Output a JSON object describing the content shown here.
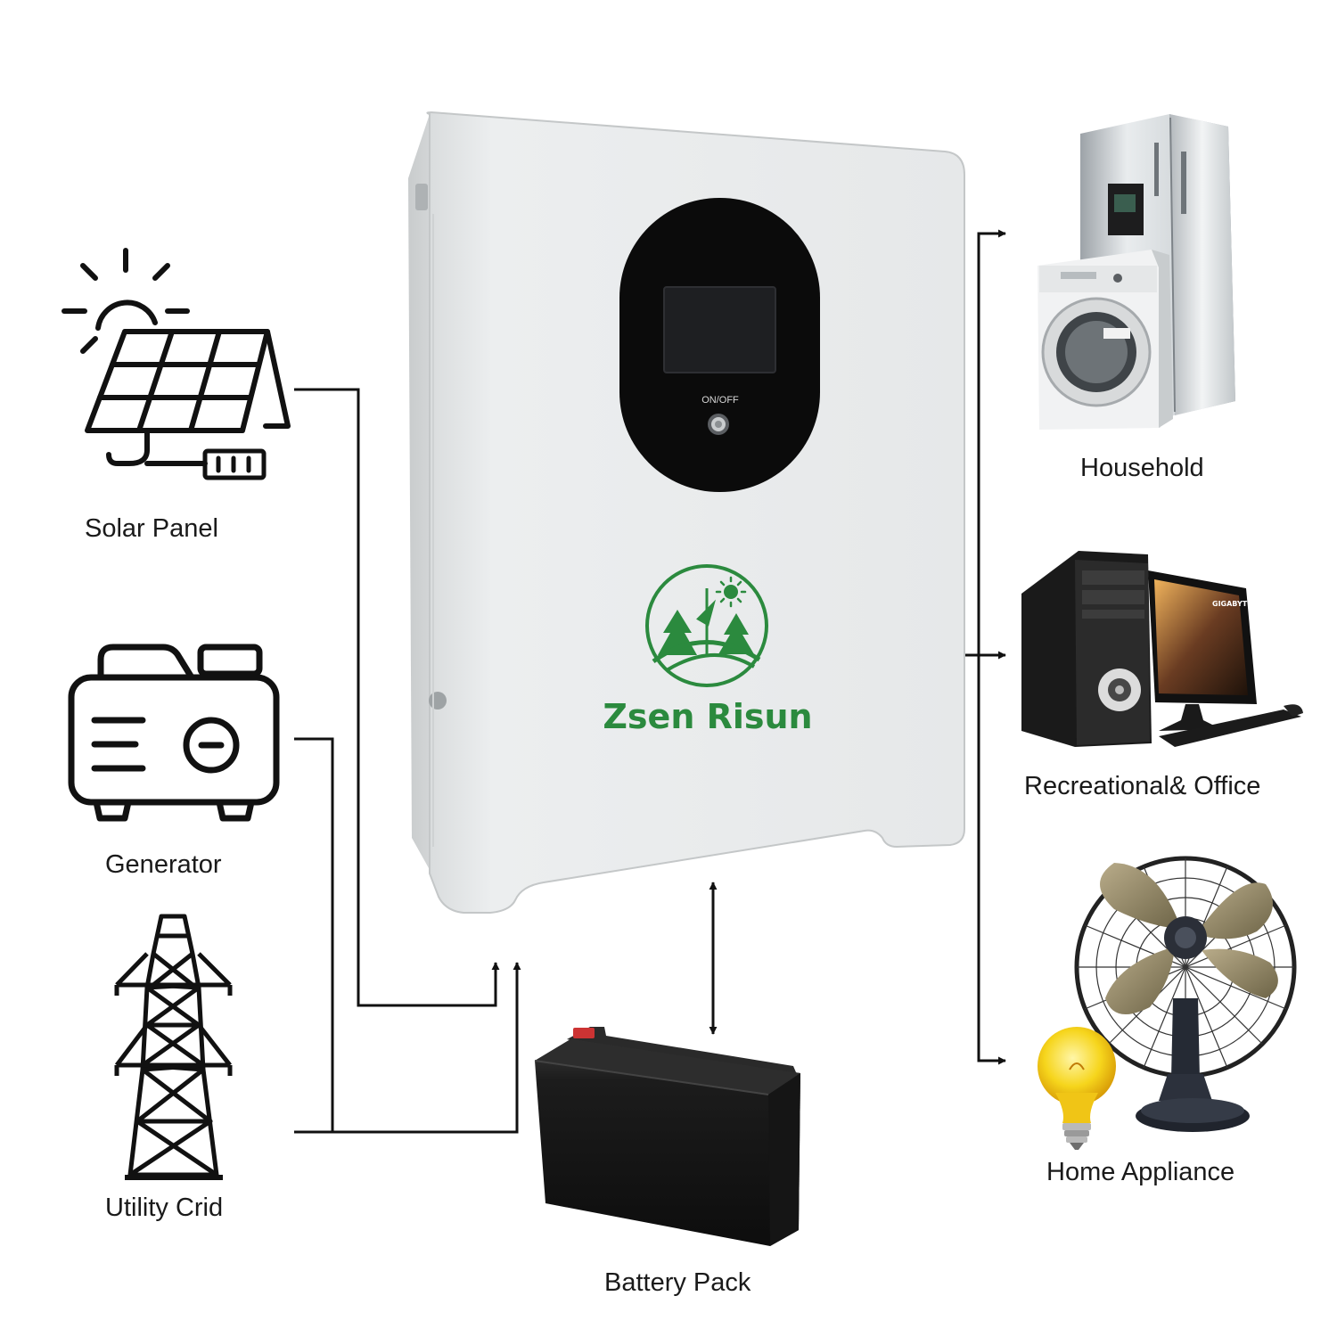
{
  "sources": [
    {
      "label": "Solar Panel",
      "icon": "solar-panel-icon"
    },
    {
      "label": "Generator",
      "icon": "generator-icon"
    },
    {
      "label": "Utility Crid",
      "icon": "power-tower-icon"
    }
  ],
  "inverter": {
    "button_label": "ON/OFF",
    "brand": "Zsen Risun",
    "logo_icon": "forest-sun-logo-icon",
    "brand_color": "#2b8a3e"
  },
  "storage": {
    "label": "Battery Pack",
    "icon": "battery-icon"
  },
  "loads": [
    {
      "label": "Household",
      "icon": "fridge-washer-icon"
    },
    {
      "label": "Recreational& Office",
      "icon": "desktop-computer-icon",
      "monitor_brand": "GIGABYTE"
    },
    {
      "label": "Home Appliance",
      "icon": "fan-and-bulb-icon"
    }
  ]
}
